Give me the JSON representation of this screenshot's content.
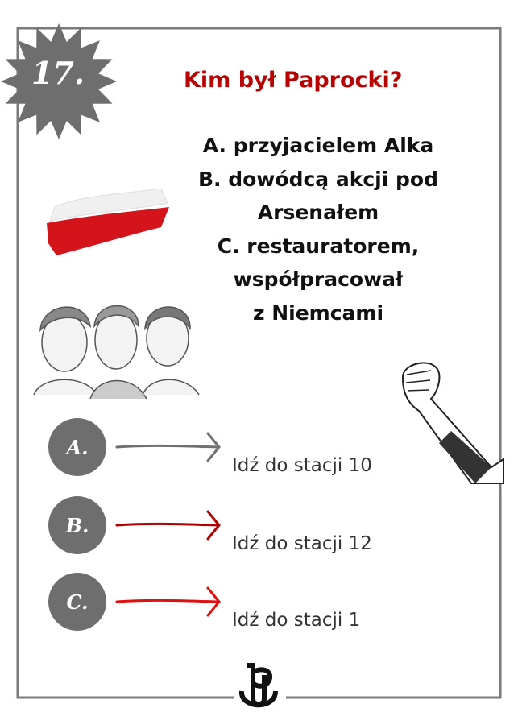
{
  "badge": {
    "number": "17."
  },
  "question": {
    "title": "Kim był Paprocki?",
    "lines": [
      "A. przyjacielem Alka",
      "B. dowódcą akcji pod",
      "Arsenałem",
      "C. restauratorem,",
      "współpracował",
      "z Niemcami"
    ]
  },
  "options": [
    {
      "letter": "A.",
      "target": "Idź do stacji 10",
      "arrow_color": "#707070"
    },
    {
      "letter": "B.",
      "target": "Idź do stacji 12",
      "arrow_color": "#b00000"
    },
    {
      "letter": "C.",
      "target": "Idź do stacji 1",
      "arrow_color": "#e01010"
    }
  ],
  "colors": {
    "title": "#b80000",
    "frame": "#7a7a7a",
    "badge": "#6e6e6e"
  },
  "icons": [
    "polish-flag-brush",
    "portraits-illustration",
    "raised-fist-illustration",
    "kotwica-anchor-icon"
  ]
}
